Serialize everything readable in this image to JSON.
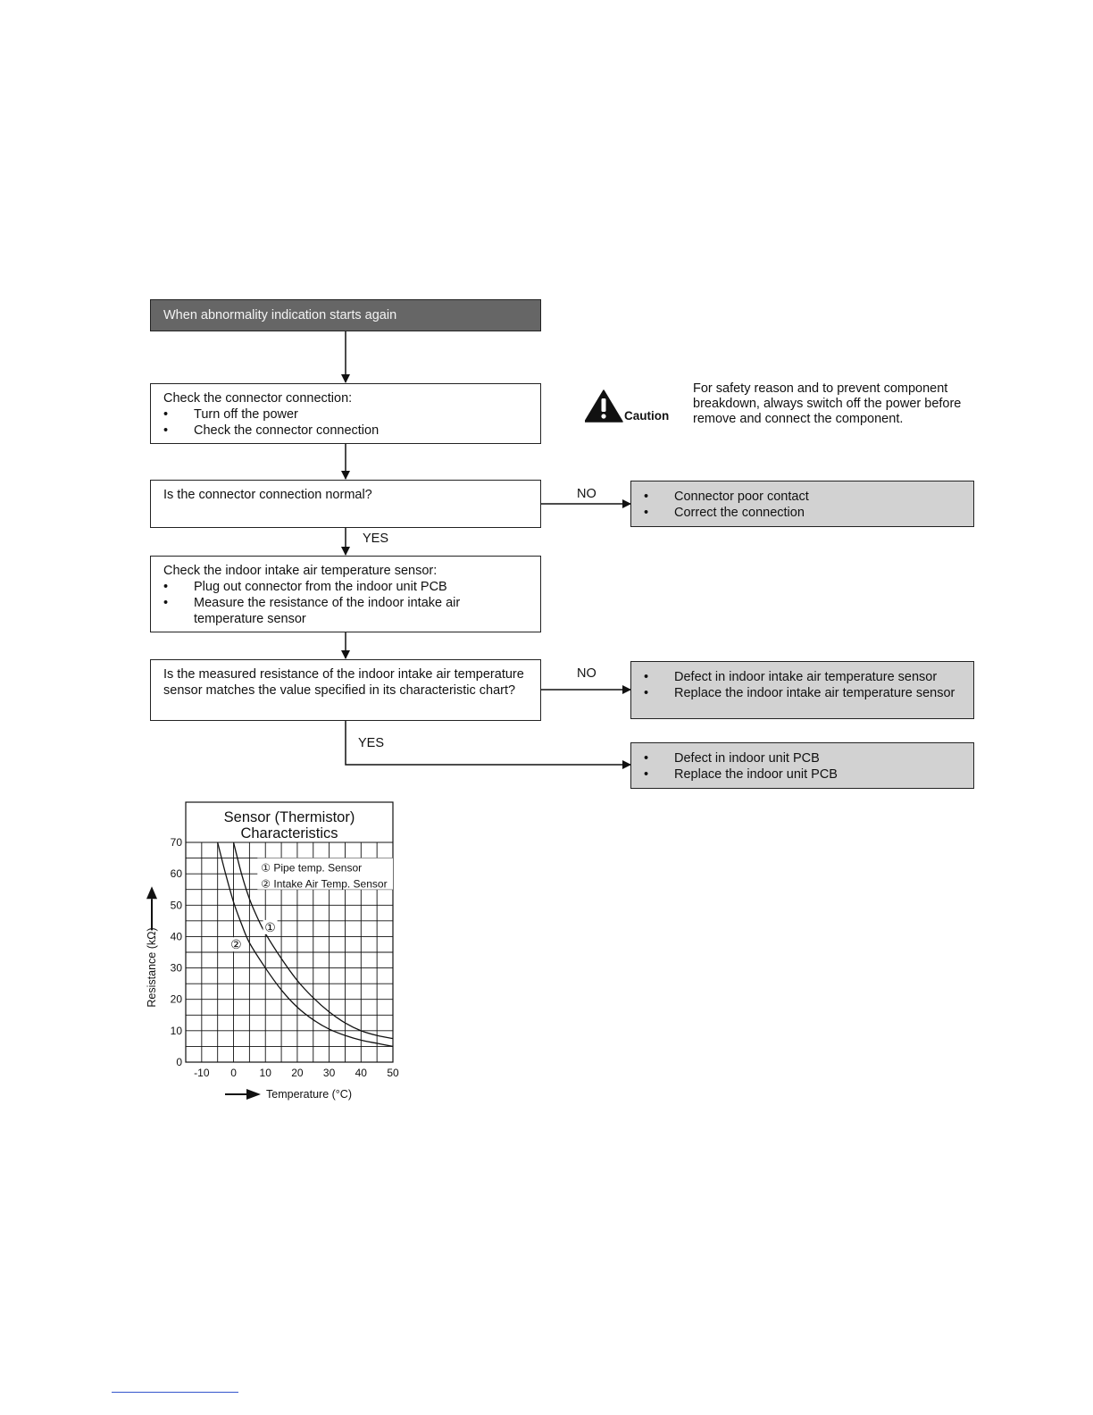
{
  "flow": {
    "start": "When abnormality indication starts again",
    "step1": {
      "title": "Check the connector connection:",
      "items": [
        "Turn off the power",
        "Check the connector connection"
      ]
    },
    "q1": "Is the connector connection normal?",
    "q1_no": "NO",
    "q1_yes": "YES",
    "r1": {
      "items": [
        "Connector poor contact",
        "Correct the connection"
      ]
    },
    "step2": {
      "title": "Check the indoor intake air temperature sensor:",
      "items": [
        "Plug out connector from the indoor unit PCB",
        "Measure the resistance of the indoor intake air temperature sensor"
      ]
    },
    "q2": "Is the measured resistance of the indoor intake air temperature sensor matches the value specified in its characteristic chart?",
    "q2_no": "NO",
    "q2_yes": "YES",
    "r2": {
      "items": [
        "Defect in indoor intake air temperature sensor",
        "Replace the indoor intake air temperature sensor"
      ]
    },
    "r3": {
      "items": [
        "Defect in indoor unit PCB",
        "Replace the indoor unit PCB"
      ]
    }
  },
  "caution": {
    "label": "Caution",
    "note": "For safety reason and to prevent component breakdown, always switch off the power before remove and connect the component.",
    "icon": "warning-triangle-icon"
  },
  "chart_data": {
    "type": "line",
    "title": "Sensor (Thermistor) Characteristics",
    "xlabel": "Temperature (°C)",
    "ylabel": "Resistance (kΩ)",
    "xlim": [
      -15,
      50
    ],
    "ylim": [
      0,
      70
    ],
    "xticks": [
      -10,
      0,
      10,
      20,
      30,
      40,
      50
    ],
    "yticks": [
      0,
      10,
      20,
      30,
      40,
      50,
      60,
      70
    ],
    "grid": true,
    "legend": [
      "① Pipe temp. Sensor",
      "② Intake Air Temp. Sensor"
    ],
    "series": [
      {
        "name": "① Pipe temp. Sensor",
        "marker": "①",
        "x": [
          0,
          2.5,
          5,
          7.5,
          10,
          15,
          20,
          25,
          30,
          35,
          40,
          45,
          50
        ],
        "y": [
          70,
          60,
          52,
          46,
          41,
          33,
          26,
          20.5,
          16,
          12.5,
          10,
          8.5,
          7.5
        ]
      },
      {
        "name": "② Intake Air Temp. Sensor",
        "marker": "②",
        "x": [
          -5,
          -2.5,
          0,
          2.5,
          5,
          10,
          15,
          20,
          25,
          30,
          35,
          40,
          45,
          50
        ],
        "y": [
          70,
          60,
          51,
          44,
          38,
          30,
          23,
          17.5,
          13.5,
          10.5,
          8.5,
          7,
          6,
          5
        ]
      }
    ]
  }
}
